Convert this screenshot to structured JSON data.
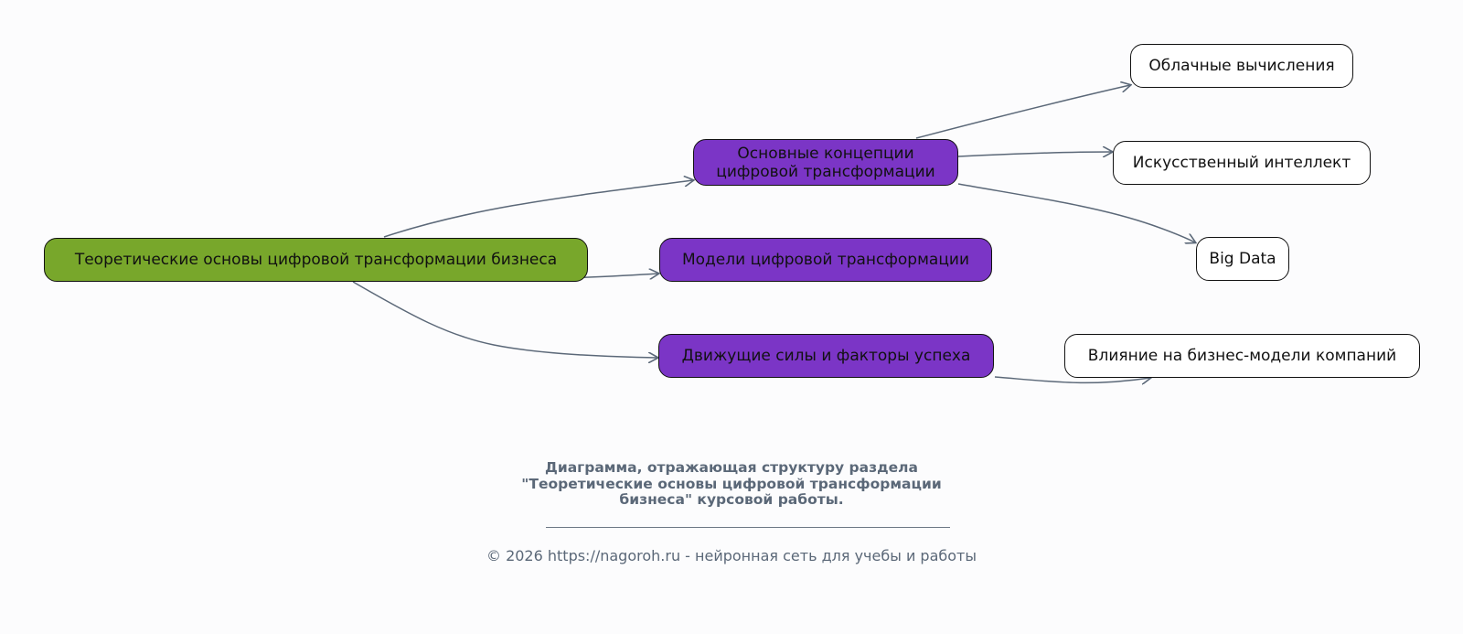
{
  "colors": {
    "background": "#fcfcfd",
    "root_fill": "#78a72b",
    "section_fill": "#7b35c6",
    "leaf_fill": "#ffffff",
    "edge": "#5b6878",
    "text": "#111111",
    "caption_text": "#5b6878"
  },
  "diagram": {
    "root": {
      "label": "Теоретические основы цифровой трансформации бизнеса"
    },
    "sections": [
      {
        "label_lines": [
          "Основные концепции",
          "цифровой трансформации"
        ]
      },
      {
        "label": "Модели цифровой трансформации"
      },
      {
        "label": "Движущие силы и факторы успеха"
      }
    ],
    "leaves": [
      {
        "label": "Облачные вычисления"
      },
      {
        "label": "Искусственный интеллект"
      },
      {
        "label": "Big Data"
      },
      {
        "label": "Влияние на бизнес-модели компаний"
      }
    ],
    "edges": [
      {
        "from": "root",
        "to": "section-1"
      },
      {
        "from": "root",
        "to": "section-2"
      },
      {
        "from": "root",
        "to": "section-3"
      },
      {
        "from": "section-1",
        "to": "leaf-1"
      },
      {
        "from": "section-1",
        "to": "leaf-2"
      },
      {
        "from": "section-1",
        "to": "leaf-3"
      },
      {
        "from": "section-3",
        "to": "leaf-4"
      }
    ]
  },
  "caption": {
    "lines": [
      "Диаграмма, отражающая структуру раздела",
      "\"Теоретические основы цифровой трансформации",
      "бизнеса\" курсовой работы."
    ]
  },
  "footer": {
    "text": "© 2026 https://nagoroh.ru - нейронная сеть для учебы и работы"
  }
}
